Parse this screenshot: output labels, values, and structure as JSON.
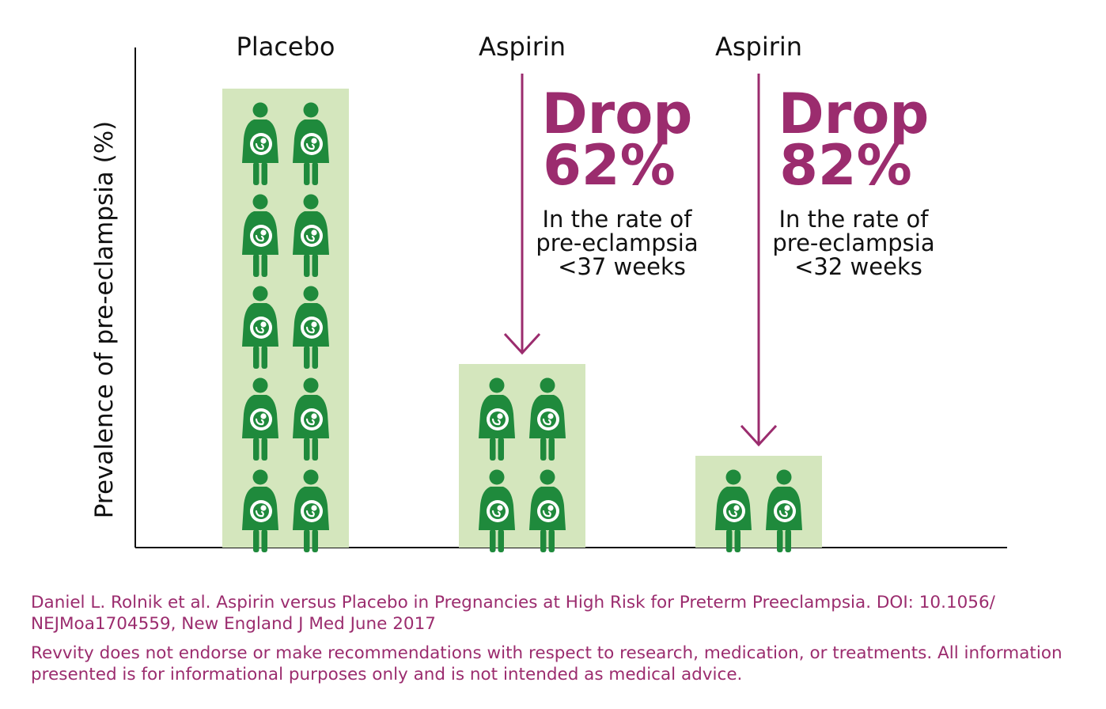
{
  "colors": {
    "bar_fill": "#d4e6bd",
    "figure": "#1f8a3c",
    "accent": "#9b2c6e",
    "axis": "#111111"
  },
  "chart_data": {
    "type": "bar",
    "ylabel": "Prevalence of pre-eclampsia (%)",
    "xlabel": "",
    "categories": [
      "Placebo",
      "Aspirin",
      "Aspirin"
    ],
    "values": [
      10,
      4,
      2
    ],
    "ylim": [
      0,
      12
    ],
    "grid": false,
    "icon": "pregnant-woman-icon",
    "annotations": [
      {
        "target": 1,
        "headline": "Drop",
        "percent": "62%",
        "lines": [
          "In the rate of",
          "pre-eclampsia",
          "<37 weeks"
        ]
      },
      {
        "target": 2,
        "headline": "Drop",
        "percent": "82%",
        "lines": [
          "In the rate of",
          "pre-eclampsia",
          "<32 weeks"
        ]
      }
    ]
  },
  "footnotes": {
    "citation": "Daniel L. Rolnik et al. Aspirin versus Placebo in Pregnancies at High Risk for Preterm Preeclampsia. DOI: 10.1056/ NEJMoa1704559, New England J Med June 2017",
    "disclaimer": "Revvity does not endorse or make recommendations with respect to research, medication, or treatments. All information presented is for informational purposes only and is not intended as medical advice."
  }
}
